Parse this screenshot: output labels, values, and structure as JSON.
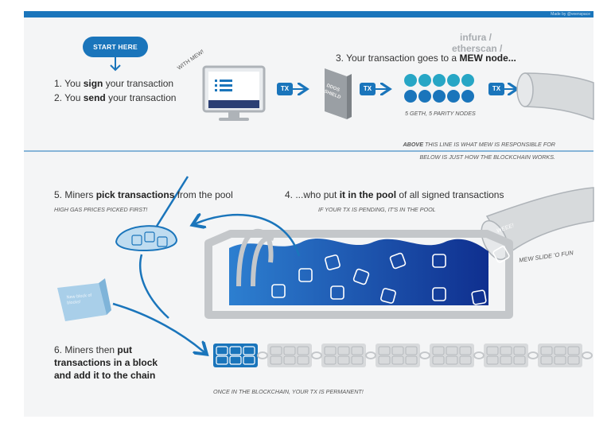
{
  "credit": "Made by @veenspace",
  "start_button": "START HERE",
  "with_mew": "WITH MEW!",
  "steps": {
    "s1_a": "1. You ",
    "s1_b": "sign",
    "s1_c": " your transaction",
    "s2_a": "2. You ",
    "s2_b": "send",
    "s2_c": " your transaction",
    "s3_a": "3. Your transaction goes to a ",
    "s3_b": "MEW node...",
    "s4_a": "4. ...who put ",
    "s4_b": "it in the pool",
    "s4_c": " of all signed transactions",
    "s5_a": "5. Miners ",
    "s5_b": "pick transactions",
    "s5_c": " from the pool",
    "s6_a": "6. Miners then ",
    "s6_b": "put",
    "s6_c": "transactions in a block",
    "s6_d": "and add it to the chain"
  },
  "notes": {
    "nodes": "5 GETH, 5 PARITY NODES",
    "above_b": "ABOVE",
    "above_rest": " THIS LINE IS WHAT MEW IS RESPONSIBLE FOR",
    "below": "BELOW IS JUST HOW THE BLOCKCHAIN WORKS.",
    "pending": "IF YOUR TX IS PENDING, IT'S IN THE POOL",
    "gas": "HIGH GAS PRICES PICKED FIRST!",
    "slide": "MEW SLIDE 'O FUN",
    "weee": "WEEE!",
    "permanent": "ONCE IN THE BLOCKCHAIN, YOUR TX IS PERMANENT!",
    "new_block": "New block of blocks!"
  },
  "providers": [
    "infura /",
    "etherscan /"
  ],
  "ddos": [
    "DDOS",
    "SHIELD"
  ],
  "tx_label": "TX",
  "colors": {
    "blue": "#1a75bb",
    "teal": "#27a6c5",
    "gray": "#c4c7ca",
    "navy": "#2b3f74"
  }
}
